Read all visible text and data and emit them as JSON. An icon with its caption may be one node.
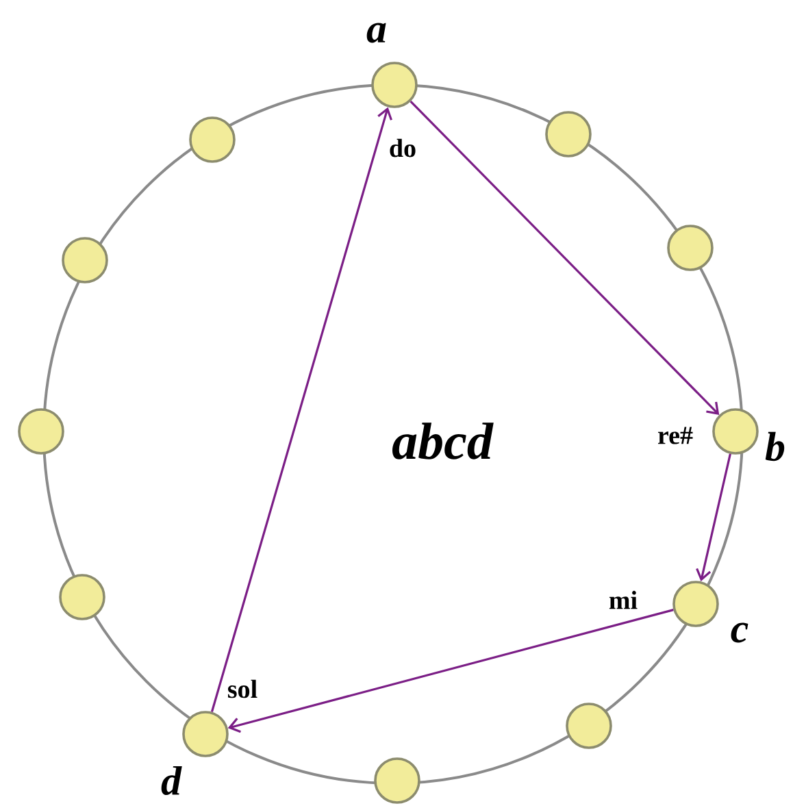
{
  "diagram": {
    "nodes": [
      {
        "text": [],
        "shape": "circle",
        "beside": [
          "a",
          "do"
        ]
      },
      {
        "text": [],
        "shape": "circle"
      },
      {
        "text": [],
        "shape": "circle"
      },
      {
        "text": [],
        "shape": "circle",
        "beside": [
          "re#",
          "b"
        ]
      },
      {
        "text": [],
        "shape": "circle",
        "beside": [
          "mi",
          "c"
        ]
      },
      {
        "text": [],
        "shape": "circle"
      },
      {
        "text": [],
        "shape": "circle"
      },
      {
        "text": [],
        "shape": "circle",
        "beside": [
          "sol",
          "d"
        ]
      },
      {
        "text": [],
        "shape": "circle"
      },
      {
        "text": [],
        "shape": "circle"
      },
      {
        "text": [],
        "shape": "circle"
      },
      {
        "text": [],
        "shape": "circle"
      }
    ],
    "edges": [
      {
        "from": 0,
        "to": 3,
        "arrow": "to"
      },
      {
        "from": 3,
        "to": 4,
        "arrow": "to"
      },
      {
        "from": 4,
        "to": 7,
        "arrow": "to"
      },
      {
        "from": 7,
        "to": 0,
        "arrow": "to"
      }
    ],
    "labels": [
      "abcd"
    ]
  }
}
